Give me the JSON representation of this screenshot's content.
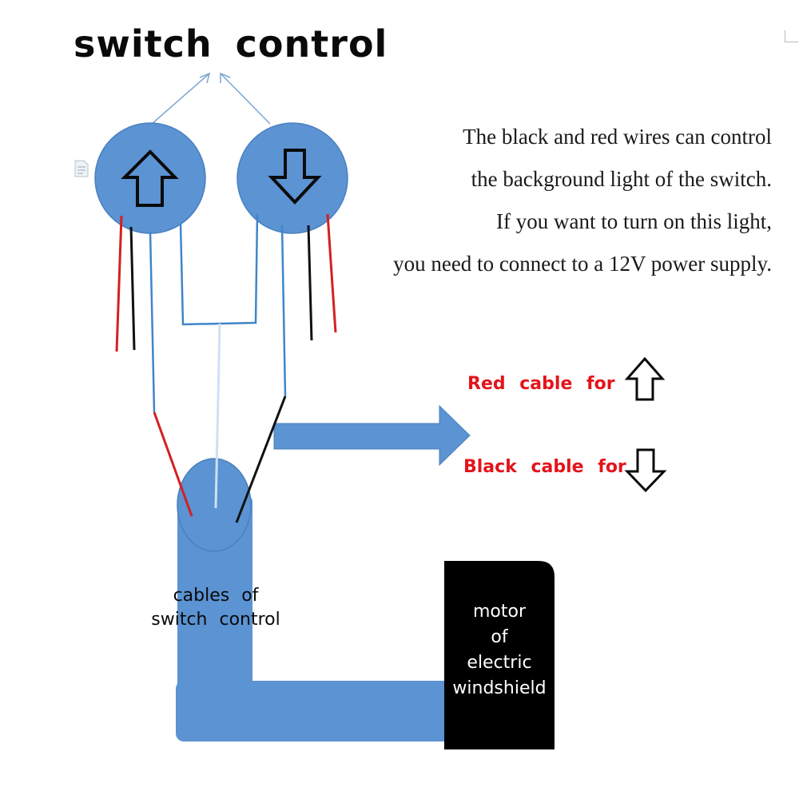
{
  "title": "switch control",
  "note_lines": [
    "The black and red wires can control",
    "the background light of the switch.",
    "If you want to turn on this light,",
    "you need to connect to a 12V power supply."
  ],
  "legend": {
    "red_label": "Red cable for",
    "black_label": "Black cable for"
  },
  "cable_label": {
    "line1": "cables of",
    "line2": "switch control"
  },
  "motor_label": {
    "line1": "motor",
    "line2": "of",
    "line3": "electric",
    "line4": "windshield"
  },
  "colors": {
    "button_blue": "#5b93d3",
    "cable_blue": "#5b93d3",
    "wire_red": "#d42020",
    "wire_black": "#111111",
    "wire_blue": "#3f86c8",
    "motor_black": "#000000",
    "legend_red": "#e3141b"
  },
  "icons": [
    "up-arrow-icon",
    "down-arrow-icon",
    "document-icon"
  ]
}
